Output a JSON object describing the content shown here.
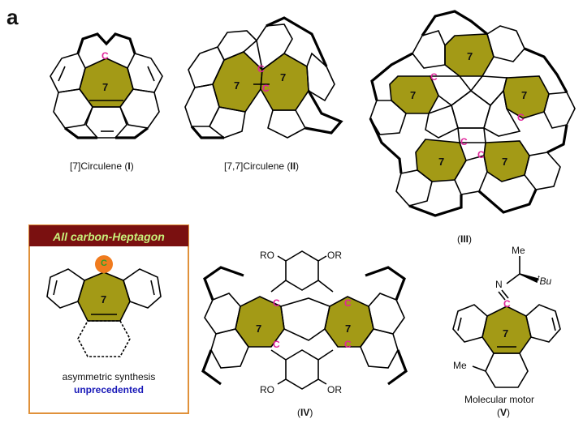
{
  "panel_letter": "a",
  "atom_symbol": "C",
  "ring_label": "7",
  "structures": {
    "I": {
      "label_text": "[7]Circulene (",
      "roman": "I",
      "close": ")"
    },
    "II": {
      "label_text": "[7,7]Circulene (",
      "roman": "II",
      "close": ")"
    },
    "III": {
      "label_open": "(",
      "roman": "III",
      "close": ")"
    },
    "IV": {
      "label_open": "(",
      "roman": "IV",
      "close": ")",
      "substituent": "RO",
      "substituent_r": "OR"
    },
    "V": {
      "caption": "Molecular motor",
      "label_open": "(",
      "roman": "V",
      "close": ")",
      "me_top": "Me",
      "tbu_prefix": "t",
      "tbu": "Bu",
      "n_atom": "N",
      "me_bottom": "Me"
    }
  },
  "callout": {
    "title": "All carbon-Heptagon",
    "line1": "asymmetric synthesis",
    "line2": "unprecedented",
    "colors": {
      "header_bg": "#7a1010",
      "header_text": "#c8f07a",
      "border": "#e0913a",
      "highlight": "#1a1ab8",
      "carbon_circle": "#f07b1e"
    }
  },
  "colors": {
    "heptagon_fill": "#a39a16",
    "carbon_label": "#e0249a",
    "bond": "#000000"
  }
}
